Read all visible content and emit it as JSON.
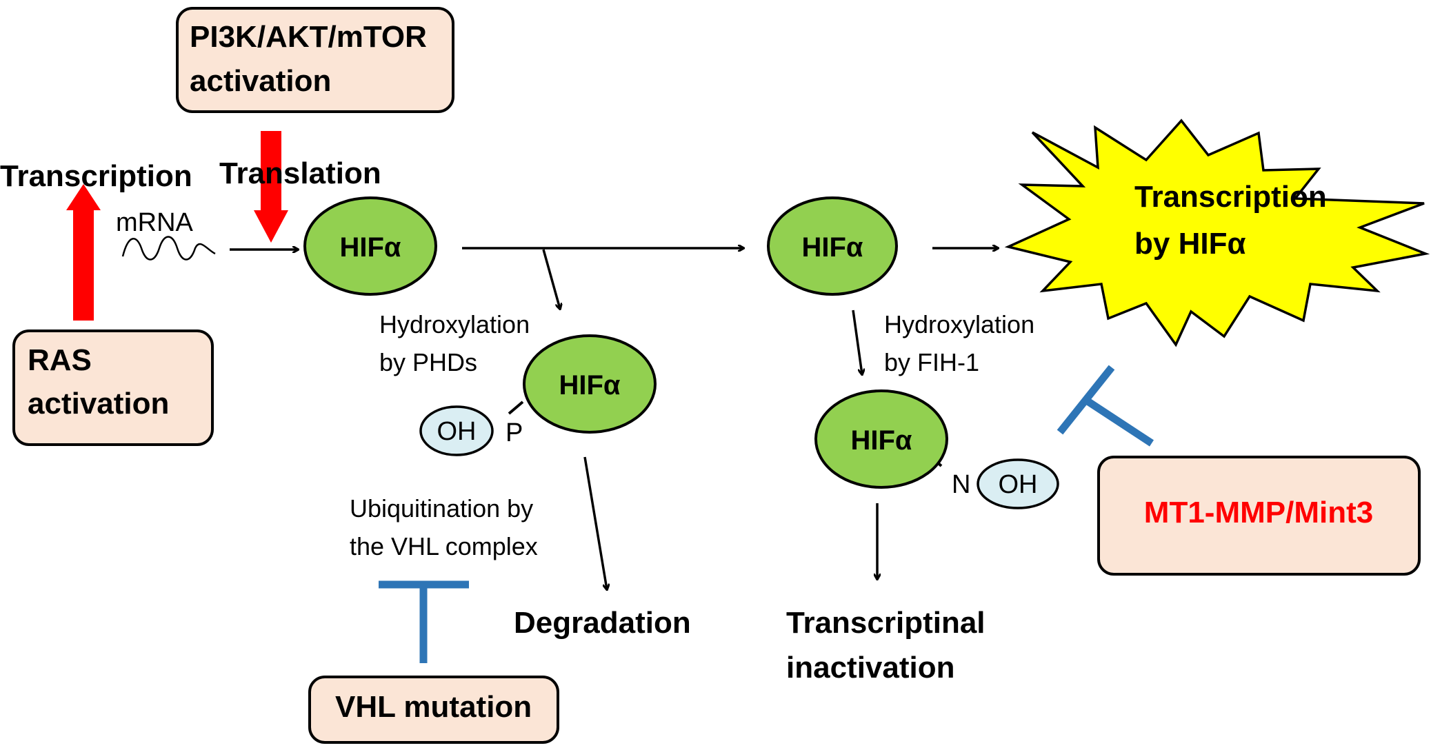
{
  "boxes": {
    "pi3k": {
      "line1": "PI3K/AKT/mTOR",
      "line2": "activation"
    },
    "ras": {
      "line1": "RAS",
      "line2": "activation"
    },
    "vhl": {
      "label": "VHL mutation"
    },
    "mt1": {
      "label": "MT1-MMP/Mint3"
    }
  },
  "labels": {
    "transcription": "Transcription",
    "translation": "Translation",
    "mrna": "mRNA",
    "hydroxylation_phd_1": "Hydroxylation",
    "hydroxylation_phd_2": "by PHDs",
    "hydroxylation_fih_1": "Hydroxylation",
    "hydroxylation_fih_2": "by FIH-1",
    "ubiquitination_1": "Ubiquitination by",
    "ubiquitination_2": "the VHL complex",
    "degradation": "Degradation",
    "inactivation_1": "Transcriptinal",
    "inactivation_2": "inactivation",
    "burst_1": "Transcription",
    "burst_2": "by HIFα"
  },
  "nodes": {
    "hif": "HIFα",
    "oh": "OH",
    "p": "P",
    "n": "N"
  },
  "colors": {
    "box_fill": "#FBE5D6",
    "hif_fill": "#92D050",
    "oh_fill": "#DAEEF3",
    "burst_fill": "#FFFF00",
    "red_arrow": "#FF0000",
    "inhibitor": "#2E75B6",
    "mt1_text": "#FF0000"
  }
}
